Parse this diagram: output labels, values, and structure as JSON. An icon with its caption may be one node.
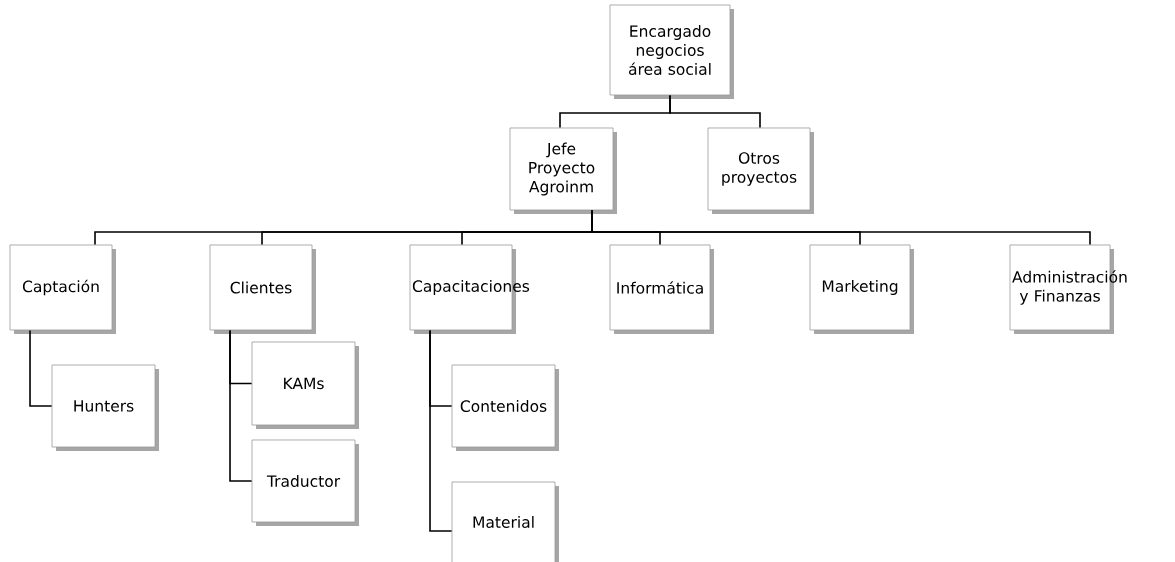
{
  "diagram": {
    "nodes": [
      {
        "text": [
          "Encargado negocios área social"
        ]
      },
      {
        "text": [
          "Jefe Proyecto Agroinm"
        ]
      },
      {
        "text": [
          "Otros proyectos"
        ]
      },
      {
        "text": [
          "Captación"
        ]
      },
      {
        "text": [
          "Clientes"
        ]
      },
      {
        "text": [
          "Capacitaciones"
        ]
      },
      {
        "text": [
          "Informática"
        ]
      },
      {
        "text": [
          "Marketing"
        ]
      },
      {
        "text": [
          "Administración y Finanzas"
        ]
      },
      {
        "text": [
          "Hunters"
        ]
      },
      {
        "text": [
          "KAMs"
        ]
      },
      {
        "text": [
          "Traductor"
        ]
      },
      {
        "text": [
          "Contenidos"
        ]
      },
      {
        "text": [
          "Material"
        ]
      }
    ],
    "edges": [
      {
        "from": 0,
        "to": 1,
        "arrow": "none"
      },
      {
        "from": 0,
        "to": 2,
        "arrow": "none"
      },
      {
        "from": 1,
        "to": 3,
        "arrow": "none"
      },
      {
        "from": 1,
        "to": 4,
        "arrow": "none"
      },
      {
        "from": 1,
        "to": 5,
        "arrow": "none"
      },
      {
        "from": 1,
        "to": 6,
        "arrow": "none"
      },
      {
        "from": 1,
        "to": 7,
        "arrow": "none"
      },
      {
        "from": 1,
        "to": 8,
        "arrow": "none"
      },
      {
        "from": 3,
        "to": 9,
        "arrow": "none"
      },
      {
        "from": 4,
        "to": 10,
        "arrow": "none"
      },
      {
        "from": 4,
        "to": 11,
        "arrow": "none"
      },
      {
        "from": 5,
        "to": 12,
        "arrow": "none"
      },
      {
        "from": 5,
        "to": 13,
        "arrow": "none"
      }
    ]
  }
}
